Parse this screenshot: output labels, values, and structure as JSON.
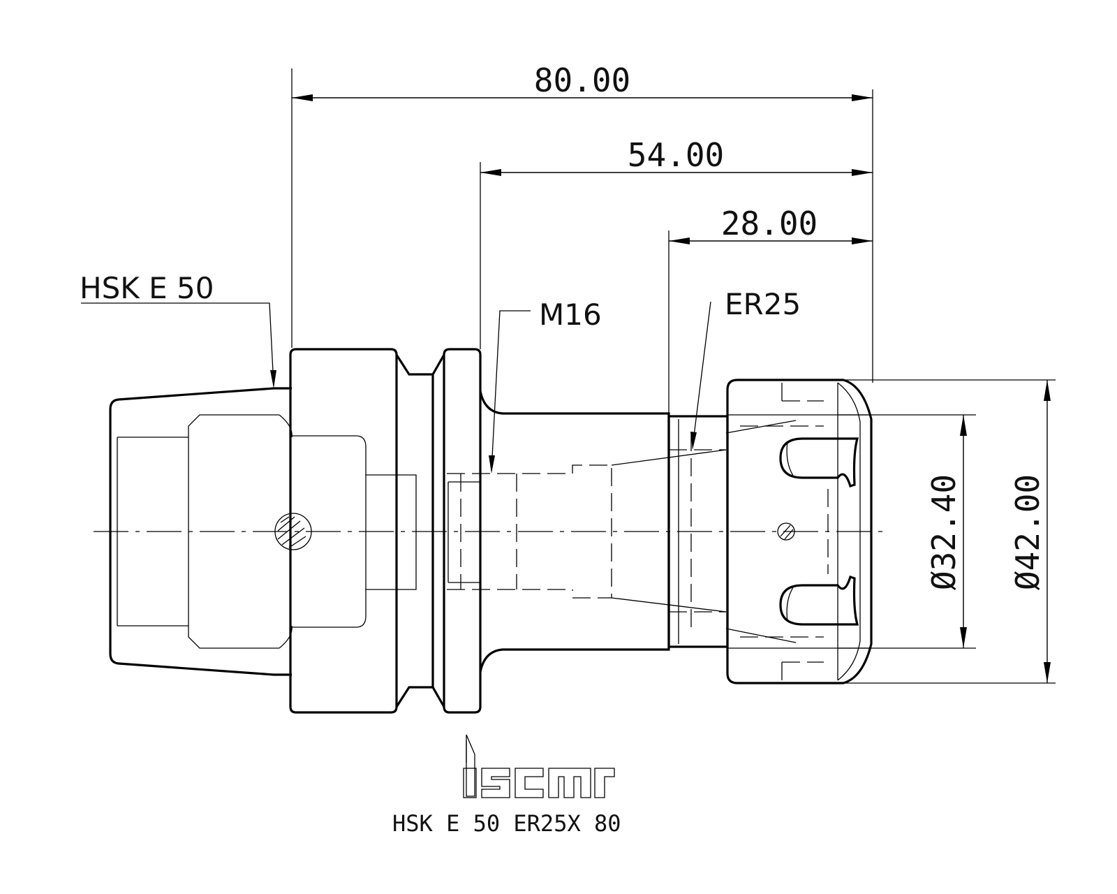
{
  "drawing": {
    "dimensions": {
      "overall_length": "80.00",
      "flange_to_front": "54.00",
      "nut_length": "28.00",
      "inner_diameter": "Ø32.40",
      "outer_diameter": "Ø42.00"
    },
    "callouts": {
      "shank": "HSK E 50",
      "thread": "M16",
      "collet": "ER25"
    },
    "logo_text": "iscar",
    "caption": "HSK E 50 ER25X 80"
  }
}
